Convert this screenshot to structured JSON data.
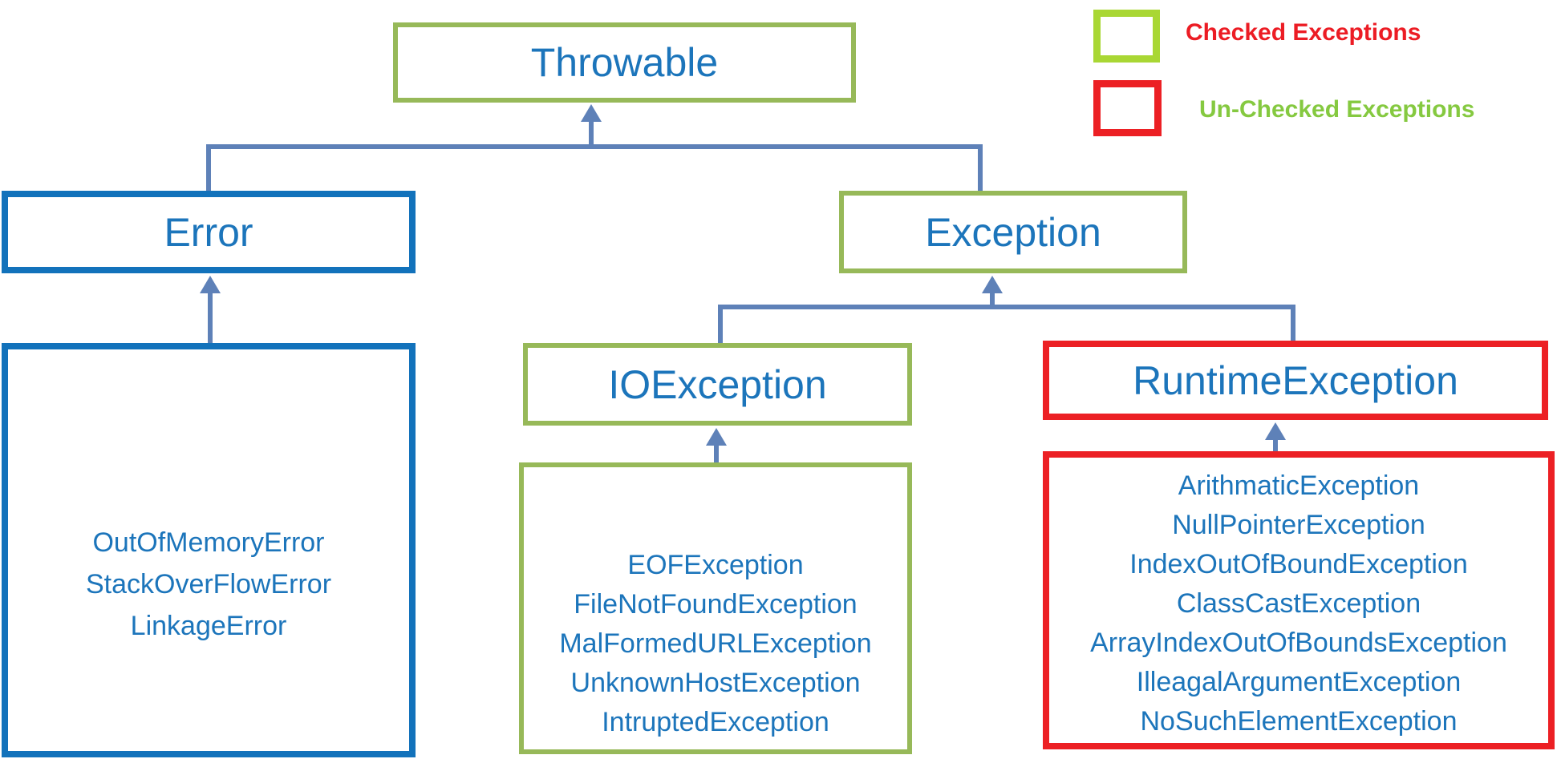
{
  "nodes": {
    "throwable": {
      "label": "Throwable"
    },
    "error": {
      "label": "Error",
      "children": [
        "OutOfMemoryError",
        "StackOverFlowError",
        "LinkageError"
      ]
    },
    "exception": {
      "label": "Exception"
    },
    "ioexception": {
      "label": "IOException",
      "children": [
        "EOFException",
        "FileNotFoundException",
        "MalFormedURLException",
        "UnknownHostException",
        "IntruptedException"
      ]
    },
    "runtimeexception": {
      "label": "RuntimeException",
      "children": [
        "ArithmaticException",
        "NullPointerException",
        "IndexOutOfBoundException",
        "ClassCastException",
        "ArrayIndexOutOfBoundsException",
        "IlleagalArgumentException",
        "NoSuchElementException"
      ]
    }
  },
  "legend": {
    "checked": {
      "label": "Checked Exceptions",
      "swatch_border_color": "#A9D734",
      "text_color": "#EC1C24"
    },
    "unchecked": {
      "label": "Un-Checked Exceptions",
      "swatch_border_color": "#EC2024",
      "text_color": "#85C940"
    }
  },
  "colors": {
    "checked_node_border": "#97B959",
    "unchecked_node_border": "#EC2024",
    "error_node_border": "#1272BB",
    "node_text": "#1C75BB",
    "connector": "#5E81B8",
    "background": "#FFFFFF"
  }
}
